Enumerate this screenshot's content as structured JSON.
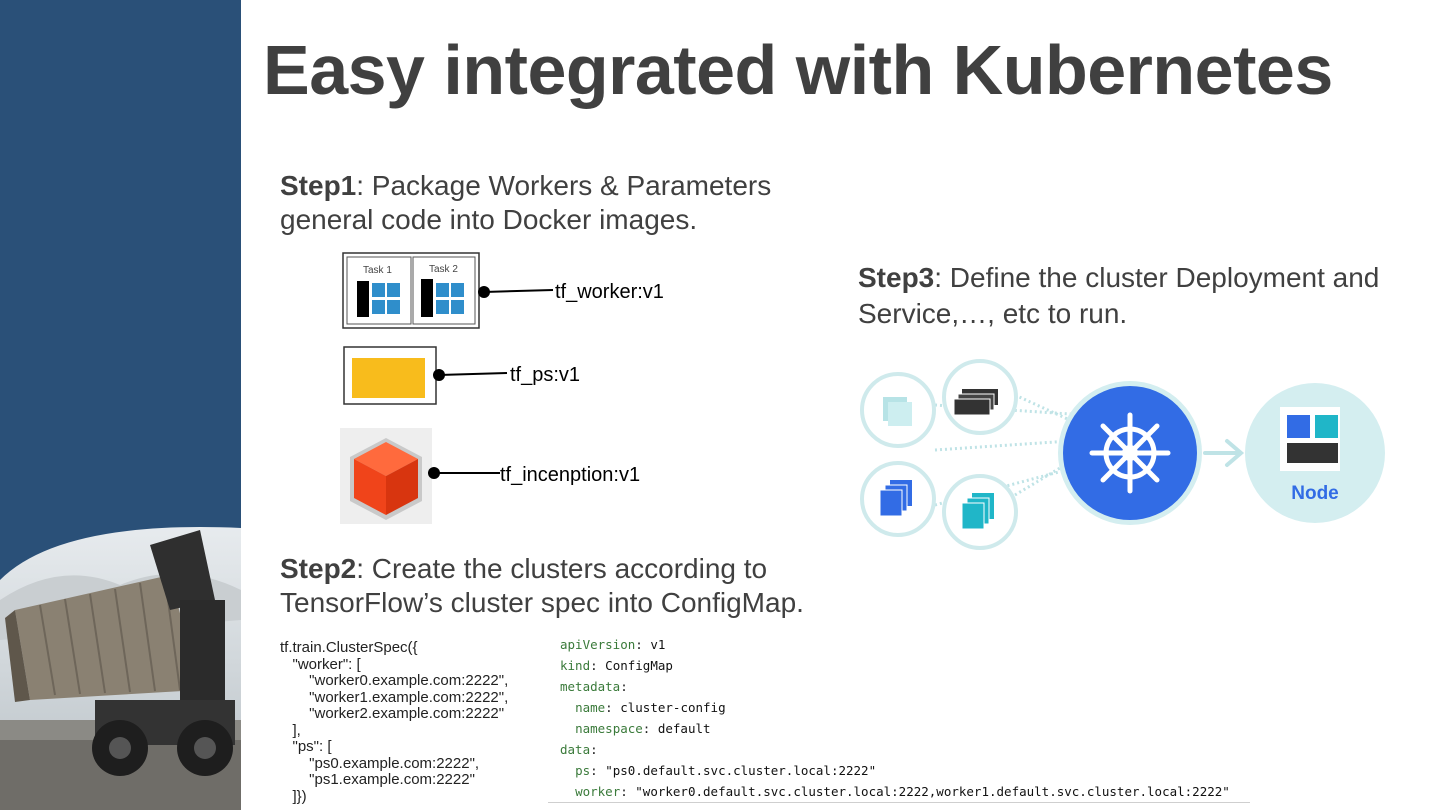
{
  "slide": {
    "title": "Easy integrated with Kubernetes",
    "step1": {
      "label": "Step1",
      "text": ": Package Workers & Parameters general code into Docker images."
    },
    "step2": {
      "label": "Step2",
      "text": ": Create the clusters according to TensorFlow’s cluster spec into ConfigMap."
    },
    "step3": {
      "label": "Step3",
      "text": ": Define the cluster Deployment and Service,…, etc to run."
    }
  },
  "diagram": {
    "task1": "Task 1",
    "task2": "Task 2",
    "worker_image": "tf_worker:v1",
    "ps_image": "tf_ps:v1",
    "inception_image": "tf_incenption:v1",
    "node_label": "Node"
  },
  "cluster_spec_code": [
    "tf.train.ClusterSpec({",
    "   \"worker\": [",
    "       \"worker0.example.com:2222\",",
    "       \"worker1.example.com:2222\",",
    "       \"worker2.example.com:2222\"",
    "   ],",
    "   \"ps\": [",
    "       \"ps0.example.com:2222\",",
    "       \"ps1.example.com:2222\"",
    "   ]})"
  ],
  "configmap": {
    "apiVersion_key": "apiVersion",
    "apiVersion_val": "v1",
    "kind_key": "kind",
    "kind_val": "ConfigMap",
    "metadata_key": "metadata",
    "name_key": "name",
    "name_val": "cluster-config",
    "namespace_key": "namespace",
    "namespace_val": "default",
    "data_key": "data",
    "ps_key": "ps",
    "ps_val": "\"ps0.default.svc.cluster.local:2222\"",
    "worker_key": "worker",
    "worker_val": "\"worker0.default.svc.cluster.local:2222,worker1.default.svc.cluster.local:2222\""
  },
  "colors": {
    "sidebar": "#2a5078",
    "title_text": "#404040",
    "k8s_blue": "#326ce5",
    "node_circle": "#d4eef0",
    "ps_yellow": "#f8bc1c",
    "cube_orange": "#f0441a"
  }
}
